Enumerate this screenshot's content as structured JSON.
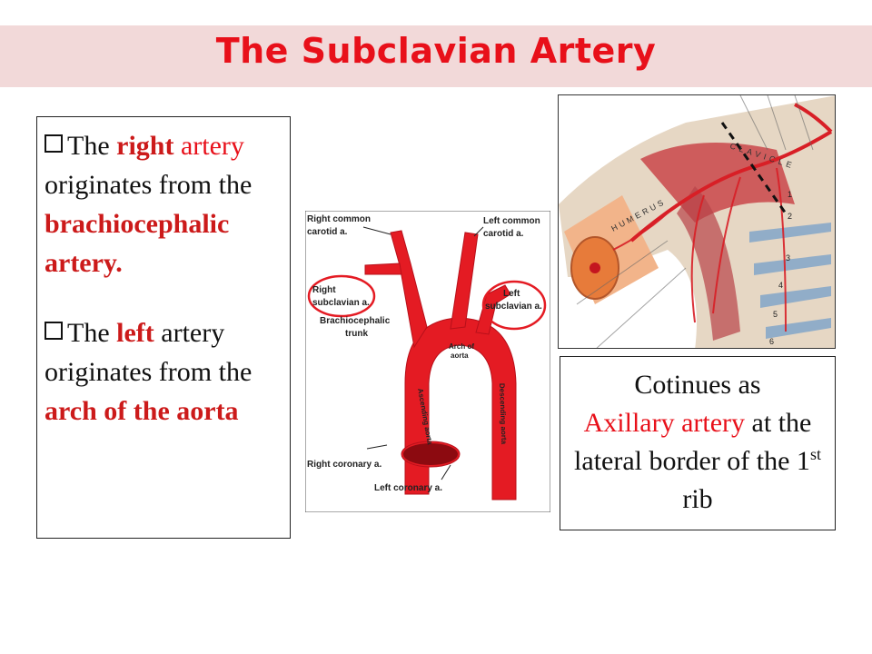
{
  "slide": {
    "title": "The Subclavian Artery",
    "accent_color": "#e8101a",
    "title_band_color": "#f2d9d9"
  },
  "left_box": {
    "bullet1": {
      "icon": "checkbox-icon",
      "w1": "The ",
      "w2": "right",
      "w3": "artery",
      "w4": " originates from the ",
      "w5": "brachiocephalic artery."
    },
    "bullet2": {
      "icon": "checkbox-icon",
      "w1": "The ",
      "w2": "left",
      "w3": " artery originates from the ",
      "w4": "arch of the aorta"
    }
  },
  "diagram": {
    "labels": {
      "right_common_carotid_1": "Right common",
      "right_common_carotid_2": "carotid a.",
      "left_common_carotid_1": "Left common",
      "left_common_carotid_2": "carotid a.",
      "right_subclavian_1": "Right",
      "right_subclavian_2": "subclavian a.",
      "left_subclavian_1": "Left",
      "left_subclavian_2": "subclavian a.",
      "brachiocephalic_1": "Brachiocephalic",
      "brachiocephalic_2": "trunk",
      "arch_1": "Arch of",
      "arch_2": "aorta",
      "ascending": "Ascending aorta",
      "descending": "Descending aorta",
      "right_coronary": "Right coronary a.",
      "left_coronary": "Left coronary a."
    }
  },
  "photo": {
    "clavicle": "CLAVICLE",
    "humerus": "HUMERUS",
    "rib_numbers": [
      "1",
      "2",
      "3",
      "4",
      "5",
      "6"
    ]
  },
  "right_box": {
    "line1": "Cotinues as",
    "red_text": "Axillary artery",
    "line2": " at the lateral border of the 1",
    "sup": "st",
    "line3": " rib"
  }
}
